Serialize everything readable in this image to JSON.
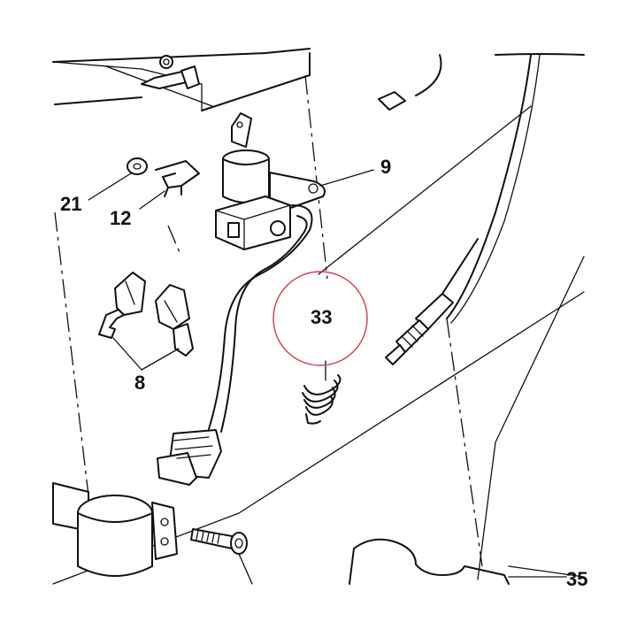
{
  "diagram": {
    "labels": {
      "part_9": "9",
      "part_21": "21",
      "part_12": "12",
      "part_8": "8",
      "part_33": "33",
      "part_35": "35"
    },
    "highlight_color": "#d9364f",
    "line_color": "#111111"
  }
}
